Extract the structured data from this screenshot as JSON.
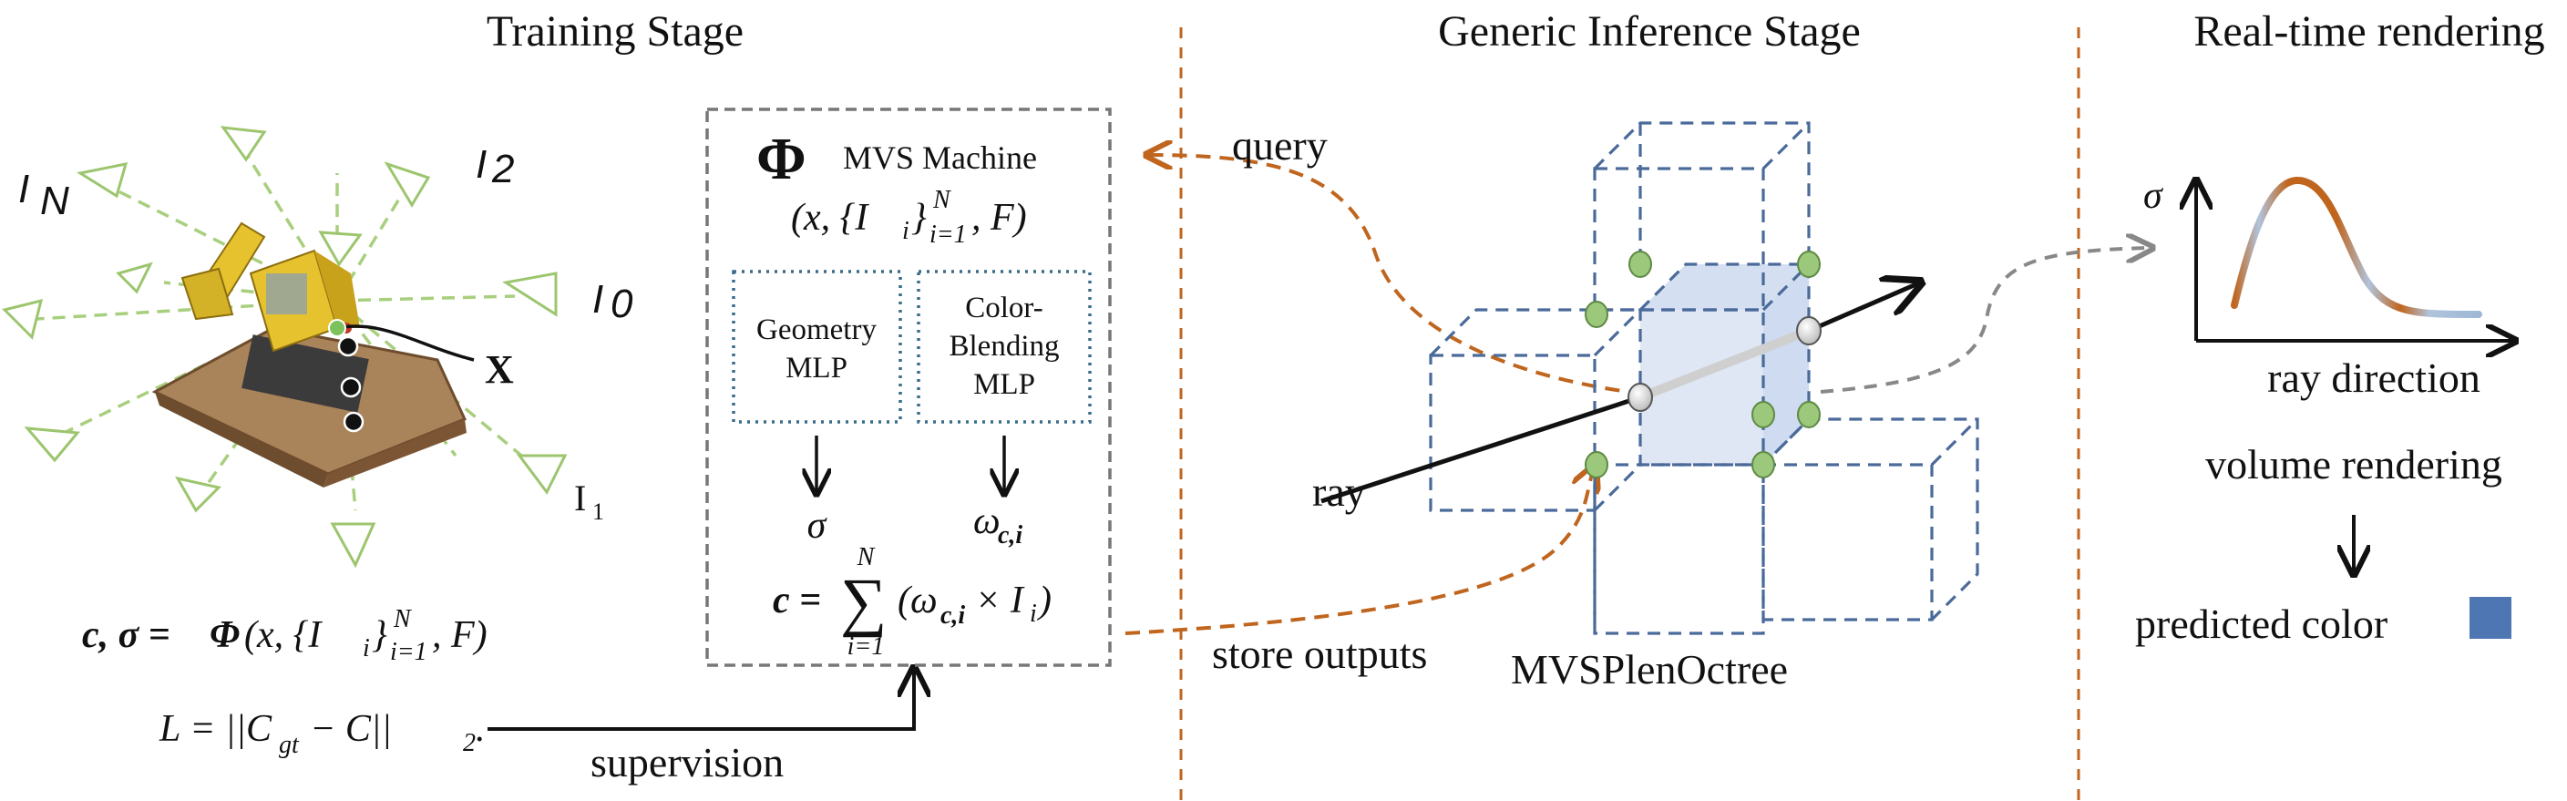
{
  "sections": {
    "training": "Training Stage",
    "inference": "Generic Inference Stage",
    "realtime": "Real-time rendering"
  },
  "training": {
    "camera_labels": {
      "in": "I",
      "in_sub": "N",
      "i2": "I",
      "i2_sub": "2",
      "i0": "I",
      "i0_sub": "0",
      "i1": "I",
      "i1_sub": "1"
    },
    "point_label": "X",
    "eq_render": {
      "lhs": "c, σ = ",
      "phi": "Φ",
      "args": "(x, {I",
      "idx": "i",
      "close": "}",
      "sub": "i=1",
      "sup": "N",
      "tail": ", F)"
    },
    "eq_loss": {
      "lhs": "L = ||C",
      "sub": "gt",
      "mid": " − C||",
      "sub2": "2",
      "tail": "."
    },
    "supervision": "supervision"
  },
  "mvs": {
    "symbol": "Φ",
    "title": "MVS Machine",
    "input": {
      "open": "(x, {I",
      "idx": "i",
      "close": "}",
      "sub": "i=1",
      "sup": "N",
      "tail": ", F)"
    },
    "geometry_mlp": [
      "Geometry",
      "MLP"
    ],
    "color_mlp": [
      "Color-",
      "Blending",
      "MLP"
    ],
    "sigma": "σ",
    "omega": "ω",
    "omega_sub": "c,i",
    "eq_c": {
      "lhs": "c =",
      "sum": "∑",
      "top": "N",
      "bottom": "i=1",
      "body": "(ω",
      "body_sub": "c,i",
      "body_tail": " × I",
      "body_idx": "i",
      "body_close": ")"
    }
  },
  "inference": {
    "query": "query",
    "ray": "ray",
    "store": "store outputs",
    "name": "MVSPlenOctree"
  },
  "realtime": {
    "y_axis": "σ",
    "x_axis": "ray direction",
    "volume": "volume rendering",
    "predicted": "predicted color"
  },
  "colors": {
    "orange": "#C0651E",
    "blue_dash": "#4A6A9A",
    "box_dots": "#3A6C8A",
    "green_arrow": "#A8CF7E",
    "node_green": "#9BC87A",
    "predicted_swatch": "#4D76B3",
    "cube_fill": "#C9D7EE"
  }
}
